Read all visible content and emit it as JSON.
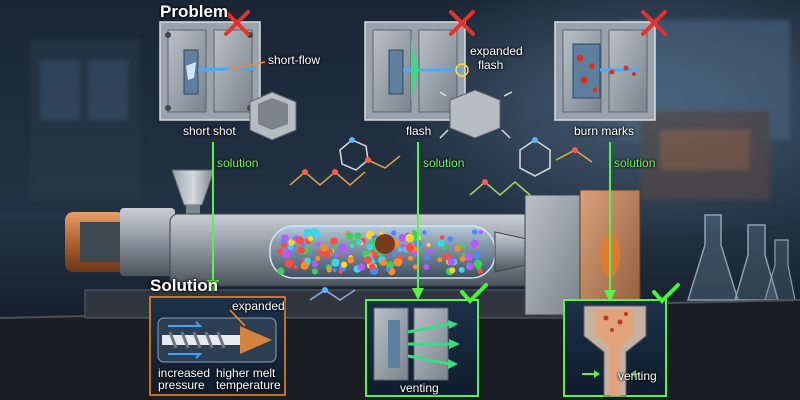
{
  "problem_heading": "Problem",
  "solution_heading": "Solution",
  "problems": [
    {
      "label": "short shot",
      "callout": "short-flow"
    },
    {
      "label": "flash",
      "callout_line1": "expanded",
      "callout_line2": "flash"
    },
    {
      "label": "burn marks"
    }
  ],
  "solution_arrow_label": "solution",
  "solutions": [
    {
      "callout_top": "expanded",
      "bottom_left_line1": "increased",
      "bottom_left_line2": "pressure",
      "bottom_right_line1": "higher melt",
      "bottom_right_line2": "temperature"
    },
    {
      "label": "venting"
    },
    {
      "label": "venting"
    }
  ],
  "colors": {
    "x_mark": "#e5322d",
    "check_mark": "#4cf03c",
    "solution_arrow": "#5cf04a",
    "callout_line": "#ff8a1f",
    "flash": "#3ddc84"
  }
}
